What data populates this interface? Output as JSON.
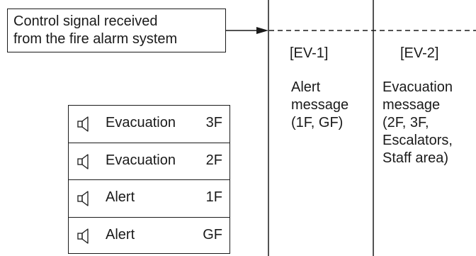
{
  "signal_box": {
    "line1": "Control signal received",
    "line2": "from the fire alarm system"
  },
  "columns": [
    {
      "id": "EV-1",
      "header": "[EV-1]",
      "lines": [
        "Alert",
        "message",
        "(1F, GF)"
      ]
    },
    {
      "id": "EV-2",
      "header": "[EV-2]",
      "lines": [
        "Evacuation",
        "message",
        "(2F, 3F,",
        "Escalators,",
        "Staff area)"
      ]
    }
  ],
  "speaker_panel": {
    "rows": [
      {
        "label": "Evacuation",
        "floor": "3F",
        "icon": "speaker-icon"
      },
      {
        "label": "Evacuation",
        "floor": "2F",
        "icon": "speaker-icon"
      },
      {
        "label": "Alert",
        "floor": "1F",
        "icon": "speaker-icon"
      },
      {
        "label": "Alert",
        "floor": "GF",
        "icon": "speaker-icon"
      }
    ]
  }
}
